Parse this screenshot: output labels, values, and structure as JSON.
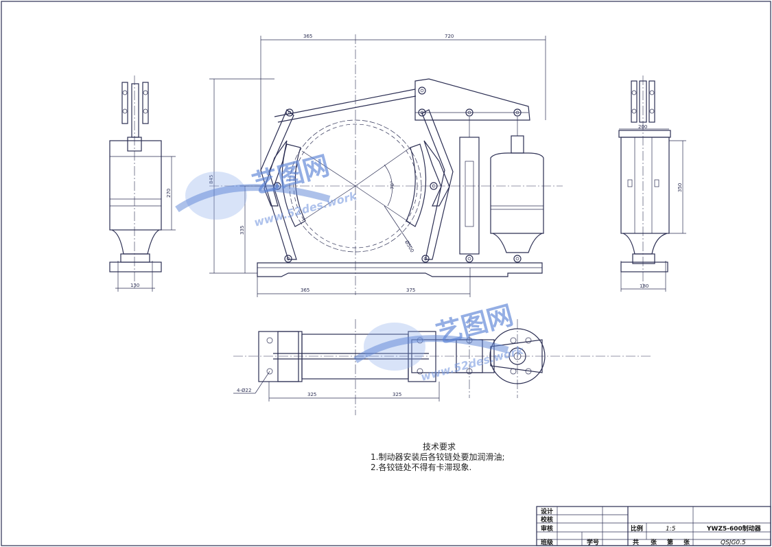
{
  "dimensions": {
    "top_left": "365",
    "top_right": "720",
    "overall_height": "845",
    "center_height": "335",
    "bottom_left": "365",
    "bottom_right": "375",
    "arm_angle": "70°",
    "drum_diameter": "Ø500",
    "left_width": "130",
    "left_height": "270",
    "right_top_width": "200",
    "right_height": "350",
    "right_bottom_width": "180",
    "plan_left": "325",
    "plan_right": "325",
    "bolt_holes": "4-Ø22"
  },
  "notes": {
    "title": "技术要求",
    "line1": "1.制动器安装后各铰链处要加润滑油;",
    "line2": "2.各铰链处不得有卡滞现象."
  },
  "title_block": {
    "row_design": "设计",
    "row_check": "校核",
    "row_review": "审核",
    "row_class": "班级",
    "student_no": "学号",
    "scale_label": "比例",
    "scale_value": "1:5",
    "drawing_name": "YWZ5-600制动器",
    "total_label": "共",
    "sheet_label": "张",
    "no_label": "第",
    "sheet_label2": "张",
    "drawing_code": "QSJG0.5"
  },
  "watermark": {
    "brand": "艺图网",
    "url": "www.52des.work"
  },
  "colors": {
    "ink": "#2a2d52",
    "watermark": "#5b83d6"
  }
}
